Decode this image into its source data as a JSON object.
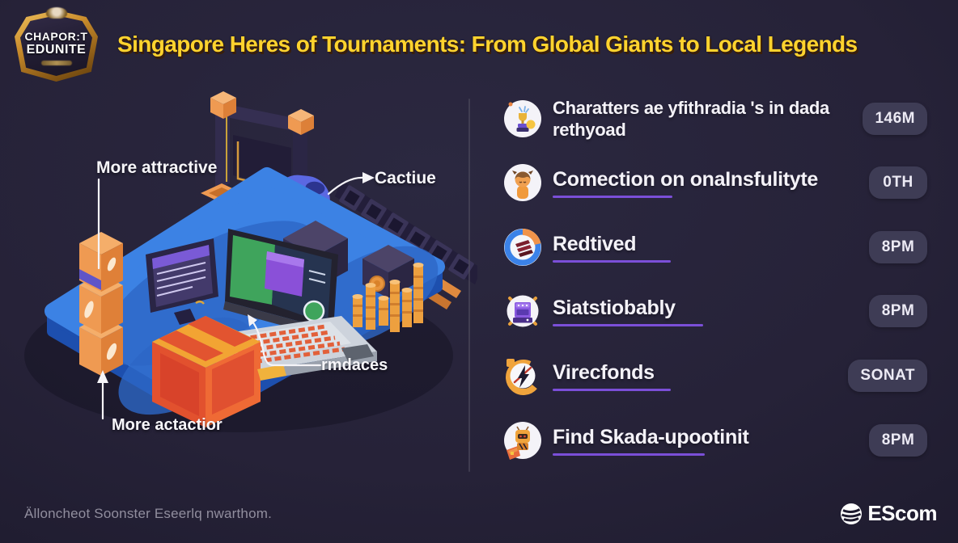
{
  "header": {
    "badge": {
      "line1": "CHAPOR:T",
      "line2": "EDUNITE"
    },
    "title": "Singapore Heres of Tournaments: From Global Giants to Local Legends"
  },
  "illustration": {
    "labels": {
      "top_left": "More attractive",
      "machine": "Cactiue",
      "laptop": "rmdaces",
      "bottom_left": "More actactior"
    }
  },
  "list": {
    "items": [
      {
        "icon": "trophy-character-icon",
        "line1": "Charatters ae yfithradia 's in dada",
        "line2": "rethyoad",
        "badge": "146M",
        "underline_style": ""
      },
      {
        "icon": "mascot-person-icon",
        "line1": "Comection on onaInsfulityte",
        "line2": "",
        "badge": "0TH",
        "underline_style": "display:block;width:148px"
      },
      {
        "icon": "chart-ring-icon",
        "line1": "Redtived",
        "line2": "",
        "badge": "8PM",
        "underline_style": "display:block;width:146px"
      },
      {
        "icon": "arcade-machine-icon",
        "line1": "Siatstiobably",
        "line2": "",
        "badge": "8PM",
        "underline_style": "display:block;width:186px"
      },
      {
        "icon": "stopwatch-lightning-icon",
        "line1": "Virecfonds",
        "line2": "",
        "badge": "SONAT",
        "underline_style": "display:block;width:146px"
      },
      {
        "icon": "robot-flag-icon",
        "line1": "Find Skada-upootinit",
        "line2": "",
        "badge": "8PM",
        "underline_style": "display:block;width:188px"
      }
    ]
  },
  "footer": {
    "caption": "Älloncheot Soonster Eseerlq nwarthom.",
    "brand": "EScom"
  },
  "colors": {
    "accent_yellow": "#ffd32e",
    "underline_purple": "#7b4fd8",
    "badge_pill_bg": "#3e3c55",
    "platform_blue": "#3c82e4",
    "background": "#211e33"
  }
}
